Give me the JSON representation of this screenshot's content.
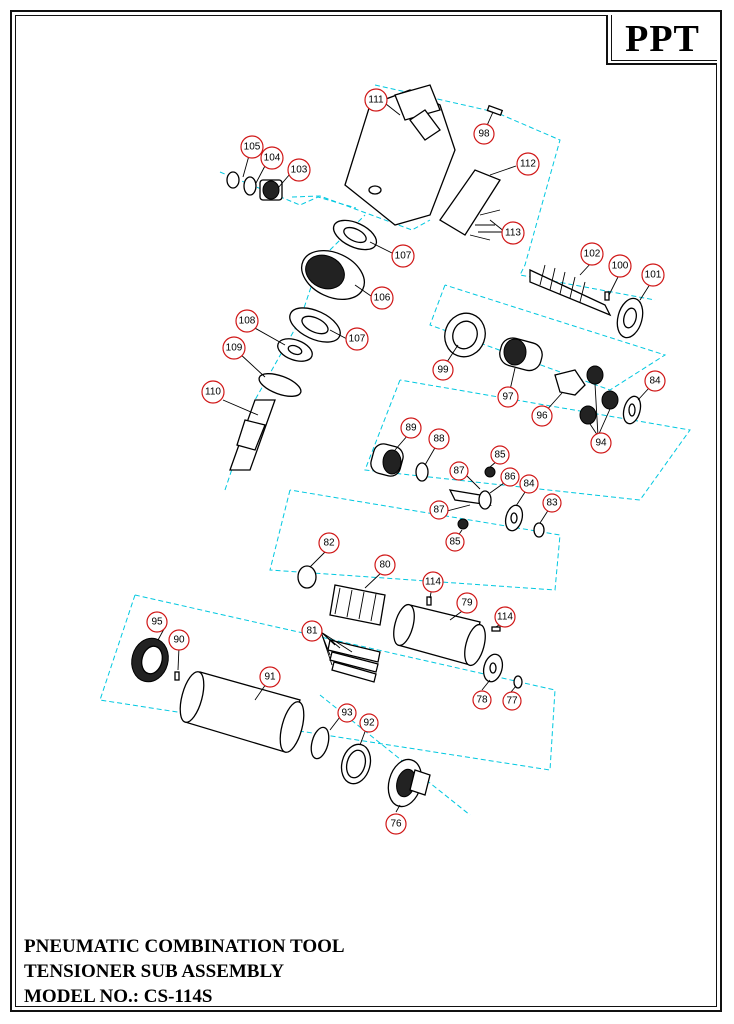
{
  "brand": "PPT",
  "title_lines": [
    "PNEUMATIC COMBINATION TOOL",
    "TENSIONER SUB ASSEMBLY",
    "MODEL NO.: CS-114S"
  ],
  "callouts": [
    {
      "id": "c111",
      "label": "111"
    },
    {
      "id": "c98",
      "label": "98"
    },
    {
      "id": "c105",
      "label": "105"
    },
    {
      "id": "c104",
      "label": "104"
    },
    {
      "id": "c103",
      "label": "103"
    },
    {
      "id": "c112",
      "label": "112"
    },
    {
      "id": "c113",
      "label": "113"
    },
    {
      "id": "c107a",
      "label": "107"
    },
    {
      "id": "c106",
      "label": "106"
    },
    {
      "id": "c107b",
      "label": "107"
    },
    {
      "id": "c102",
      "label": "102"
    },
    {
      "id": "c100",
      "label": "100"
    },
    {
      "id": "c101",
      "label": "101"
    },
    {
      "id": "c108",
      "label": "108"
    },
    {
      "id": "c109",
      "label": "109"
    },
    {
      "id": "c110",
      "label": "110"
    },
    {
      "id": "c99",
      "label": "99"
    },
    {
      "id": "c97",
      "label": "97"
    },
    {
      "id": "c96",
      "label": "96"
    },
    {
      "id": "c84a",
      "label": "84"
    },
    {
      "id": "c94",
      "label": "94"
    },
    {
      "id": "c89",
      "label": "89"
    },
    {
      "id": "c88",
      "label": "88"
    },
    {
      "id": "c85a",
      "label": "85"
    },
    {
      "id": "c87a",
      "label": "87"
    },
    {
      "id": "c86",
      "label": "86"
    },
    {
      "id": "c84b",
      "label": "84"
    },
    {
      "id": "c83",
      "label": "83"
    },
    {
      "id": "c87b",
      "label": "87"
    },
    {
      "id": "c85b",
      "label": "85"
    },
    {
      "id": "c82",
      "label": "82"
    },
    {
      "id": "c80",
      "label": "80"
    },
    {
      "id": "c114a",
      "label": "114"
    },
    {
      "id": "c79",
      "label": "79"
    },
    {
      "id": "c114b",
      "label": "114"
    },
    {
      "id": "c81",
      "label": "81"
    },
    {
      "id": "c95",
      "label": "95"
    },
    {
      "id": "c90",
      "label": "90"
    },
    {
      "id": "c91",
      "label": "91"
    },
    {
      "id": "c93",
      "label": "93"
    },
    {
      "id": "c92",
      "label": "92"
    },
    {
      "id": "c78",
      "label": "78"
    },
    {
      "id": "c77",
      "label": "77"
    },
    {
      "id": "c76",
      "label": "76"
    }
  ]
}
